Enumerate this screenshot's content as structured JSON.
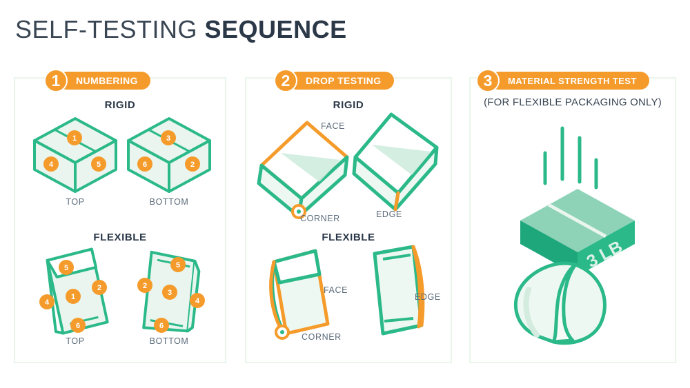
{
  "title": {
    "light": "SELF-TESTING ",
    "bold": "SEQUENCE"
  },
  "colors": {
    "orange": "#f59b2b",
    "teal": "#2bb98a",
    "teal_dark": "#17a078",
    "teal_light": "#7fd0b4",
    "fill_light": "#e9f5ee",
    "title": "#2b3848",
    "caption": "#5c6b7a",
    "panel_border": "#eaf5ea"
  },
  "panels": [
    {
      "number": "1",
      "label": "NUMBERING",
      "sections": [
        {
          "title": "RIGID",
          "items": [
            {
              "caption": "TOP",
              "numbers": [
                "1",
                "4",
                "5"
              ]
            },
            {
              "caption": "BOTTOM",
              "numbers": [
                "3",
                "6",
                "2"
              ]
            }
          ]
        },
        {
          "title": "FLEXIBLE",
          "items": [
            {
              "caption": "TOP",
              "numbers": [
                "5",
                "1",
                "2",
                "4",
                "6"
              ]
            },
            {
              "caption": "BOTTOM",
              "numbers": [
                "5",
                "2",
                "3",
                "4",
                "6"
              ]
            }
          ]
        }
      ]
    },
    {
      "number": "2",
      "label": "DROP TESTING",
      "sections": [
        {
          "title": "RIGID",
          "items": [
            {
              "caption": "FACE"
            },
            {
              "caption": "CORNER"
            },
            {
              "caption": "EDGE"
            }
          ]
        },
        {
          "title": "FLEXIBLE",
          "items": [
            {
              "caption": "FACE"
            },
            {
              "caption": "CORNER"
            },
            {
              "caption": "EDGE"
            }
          ]
        }
      ]
    },
    {
      "number": "3",
      "label": "MATERIAL STRENGTH TEST",
      "note": "(FOR FLEXIBLE PACKAGING ONLY)",
      "weight_label": "3 LB"
    }
  ]
}
